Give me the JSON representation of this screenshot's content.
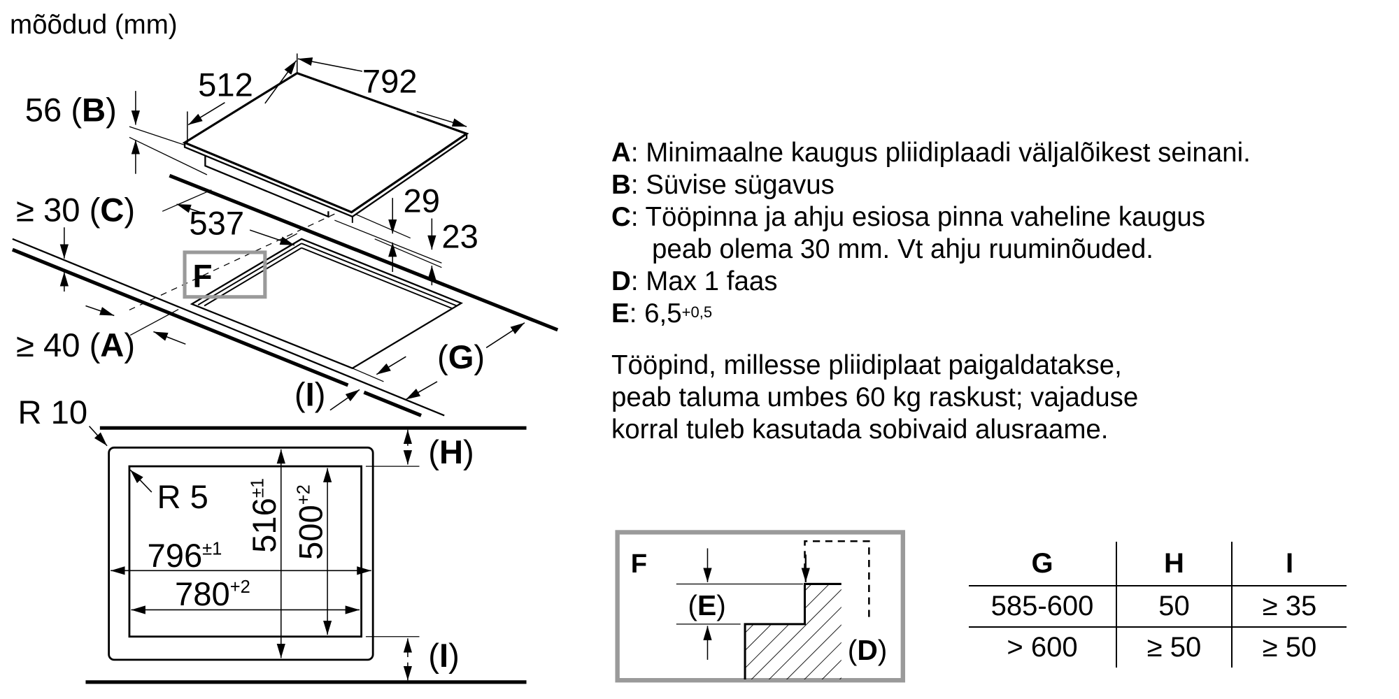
{
  "title": "mõõdud (mm)",
  "hob_dimensions": {
    "depth": "512",
    "width": "792",
    "b_value": "56",
    "b_key": "B",
    "c_value": "≥ 30",
    "c_key": "C",
    "a_value": "≥ 40",
    "a_key": "A",
    "cutout_depth": "537",
    "thickness_29": "29",
    "thickness_23": "23",
    "f_label": "F",
    "g_label": "G",
    "i_label": "I"
  },
  "cutout_plan": {
    "outer_radius": "R 10",
    "inner_radius": "R 5",
    "outer_width": "796",
    "outer_width_tol": "±1",
    "inner_width": "780",
    "inner_width_tol": "+2",
    "outer_depth": "516",
    "outer_depth_tol": "±1",
    "inner_depth": "500",
    "inner_depth_tol": "+2",
    "h_label": "H",
    "i_label": "I"
  },
  "legend": [
    {
      "key": "A",
      "text": "Minimaalne kaugus pliidiplaadi väljalõikest seinani."
    },
    {
      "key": "B",
      "text": "Süvise sügavus"
    },
    {
      "key": "C",
      "text": "Tööpinna ja ahju esiosa pinna vaheline kaugus",
      "continuation": "peab olema 30 mm. Vt ahju ruuminõuded."
    },
    {
      "key": "D",
      "text": "Max 1 faas"
    },
    {
      "key": "E",
      "text": "6,5",
      "superscript": "+0,5"
    }
  ],
  "note": [
    "Tööpind, millesse pliidiplaat paigaldatakse,",
    "peab taluma umbes 60 kg raskust; vajaduse",
    "korral tuleb kasutada sobivaid alusraame."
  ],
  "detail_f": {
    "label": "F",
    "e_label": "E",
    "d_label": "D",
    "border_color": "#9a9a9a"
  },
  "spec_table": {
    "headers": [
      "G",
      "H",
      "I"
    ],
    "rows": [
      [
        "585-600",
        "50",
        "≥ 35"
      ],
      [
        "> 600",
        "≥ 50",
        "≥ 50"
      ]
    ]
  }
}
